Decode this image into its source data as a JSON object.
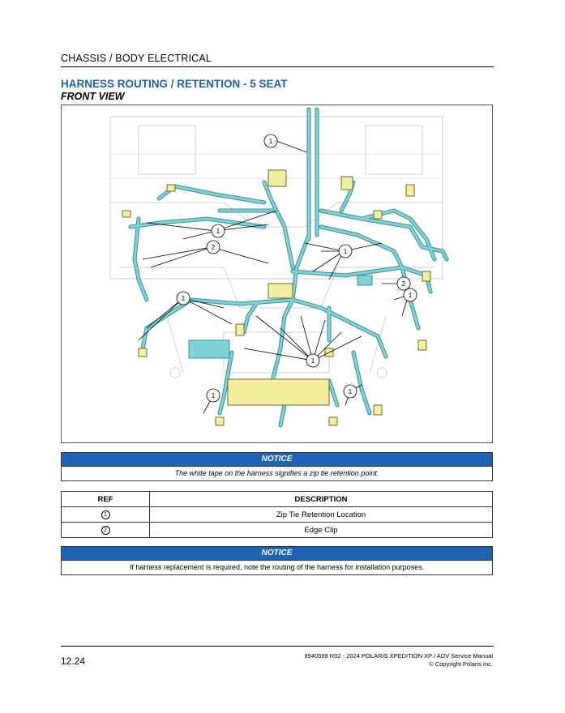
{
  "header": {
    "section": "CHASSIS / BODY ELECTRICAL",
    "title": "HARNESS ROUTING / RETENTION - 5 SEAT",
    "subtitle": "FRONT VIEW"
  },
  "figure": {
    "callouts": [
      {
        "label": "1"
      },
      {
        "label": "1"
      },
      {
        "label": "2"
      },
      {
        "label": "1"
      },
      {
        "label": "2"
      },
      {
        "label": "1"
      },
      {
        "label": "1"
      },
      {
        "label": "1"
      },
      {
        "label": "1"
      },
      {
        "label": "1"
      }
    ],
    "colors": {
      "harness": "#7fd3d6",
      "harness_outline": "#3a8f93",
      "module": "#f3ef9e",
      "callout_line": "#000000",
      "background_line": "#c8c8c8"
    }
  },
  "notice_1": {
    "title": "NOTICE",
    "body": "The white tape on the harness signifies a zip tie retention point."
  },
  "ref_table": {
    "headers": [
      "REF",
      "DESCRIPTION"
    ],
    "rows": [
      {
        "ref": "1",
        "description": "Zip Tie Retention Location"
      },
      {
        "ref": "2",
        "description": "Edge Clip"
      }
    ]
  },
  "notice_2": {
    "title": "NOTICE",
    "body": "If harness replacement is required, note the routing of the harness for installation purposes."
  },
  "footer": {
    "page_number": "12.24",
    "manual": "9940599 R02 - 2024 POLARIS XPEDITION XP / ADV Service Manual",
    "copyright": "© Copyright Polaris Inc."
  }
}
